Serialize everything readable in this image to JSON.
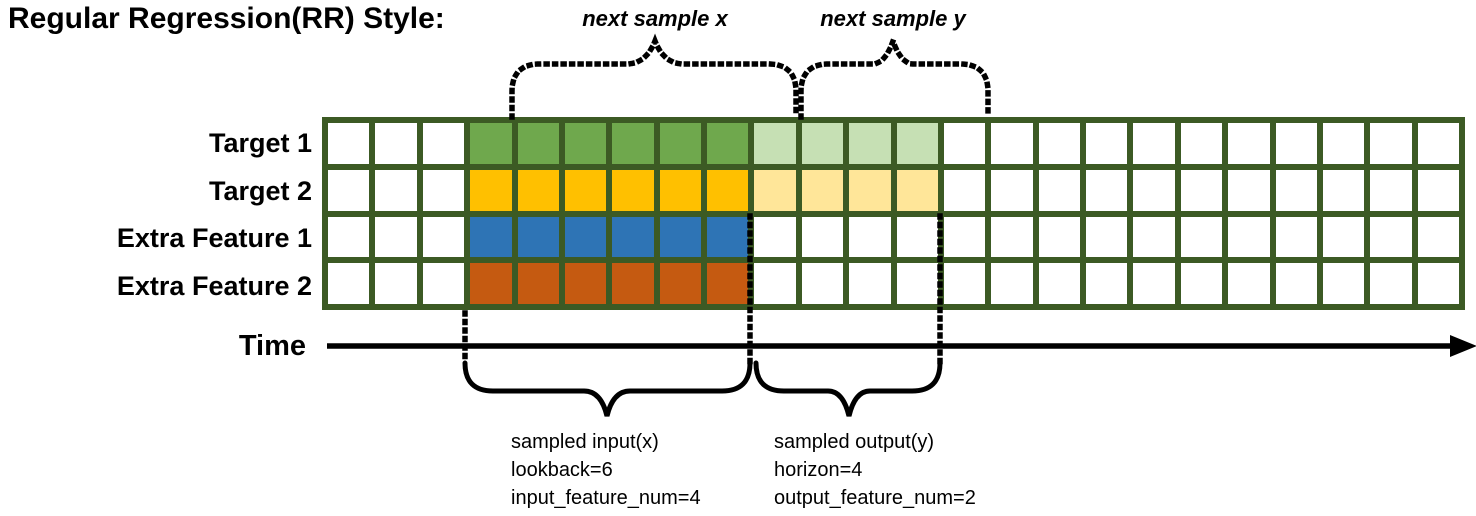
{
  "title": "Regular Regression(RR) Style:",
  "time_axis": {
    "label": "Time"
  },
  "annotations": {
    "next_sample_x_label": "next sample x",
    "next_sample_y_label": "next sample y",
    "sampled_input": {
      "lines": [
        "sampled input(x)",
        "lookback=6",
        "input_feature_num=4"
      ]
    },
    "sampled_output": {
      "lines": [
        "sampled output(y)",
        "horizon=4",
        "output_feature_num=2"
      ]
    }
  },
  "palette": {
    "white": "#ffffff",
    "green": "#6FA84D",
    "lightGreen": "#C6E0B4",
    "gold": "#FFC000",
    "lightGold": "#FFE699",
    "blue": "#2E74B5",
    "orange": "#C55A11",
    "gridLine": "#3C5A24",
    "ink": "#000000"
  },
  "grid": {
    "columns": 24,
    "lookback": 6,
    "horizon": 4,
    "input_feature_num": 4,
    "output_feature_num": 2,
    "rows": [
      {
        "label": "Target 1",
        "segments": [
          {
            "color": "white",
            "count": 3
          },
          {
            "color": "green",
            "count": 6
          },
          {
            "color": "lightGreen",
            "count": 4
          },
          {
            "color": "white",
            "count": 11
          }
        ]
      },
      {
        "label": "Target 2",
        "segments": [
          {
            "color": "white",
            "count": 3
          },
          {
            "color": "gold",
            "count": 6
          },
          {
            "color": "lightGold",
            "count": 4
          },
          {
            "color": "white",
            "count": 11
          }
        ]
      },
      {
        "label": "Extra Feature 1",
        "segments": [
          {
            "color": "white",
            "count": 3
          },
          {
            "color": "blue",
            "count": 6
          },
          {
            "color": "white",
            "count": 15
          }
        ]
      },
      {
        "label": "Extra Feature 2",
        "segments": [
          {
            "color": "white",
            "count": 3
          },
          {
            "color": "orange",
            "count": 6
          },
          {
            "color": "white",
            "count": 15
          }
        ]
      }
    ]
  }
}
